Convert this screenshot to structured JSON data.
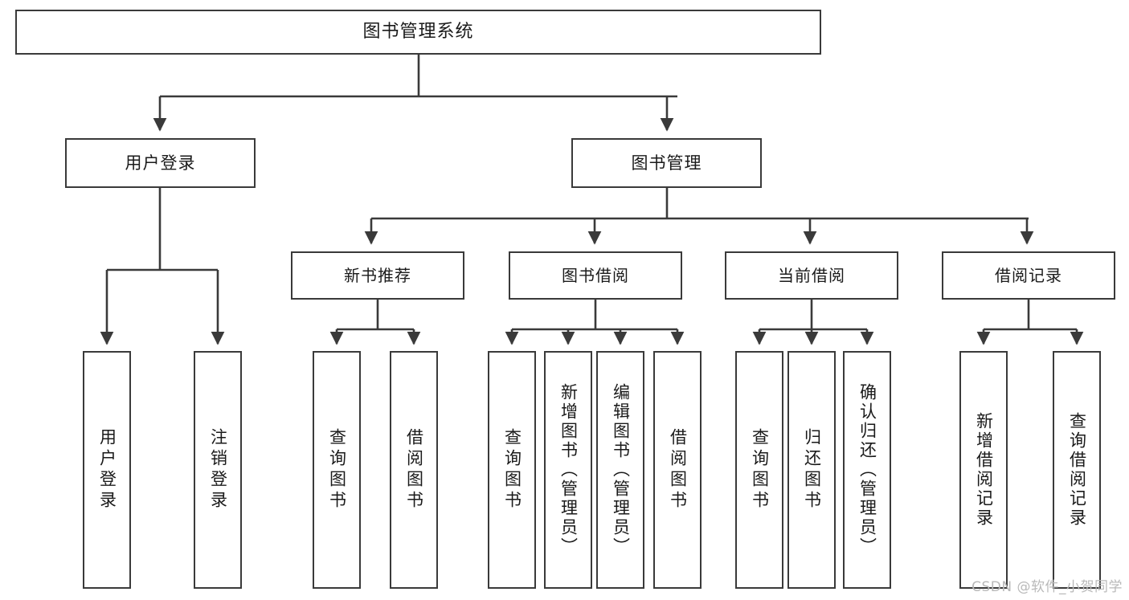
{
  "diagram": {
    "title": "图书管理系统",
    "type": "tree-hierarchy",
    "root": {
      "label": "图书管理系统"
    },
    "level1": [
      {
        "label": "用户登录"
      },
      {
        "label": "图书管理"
      }
    ],
    "level2": [
      {
        "label": "新书推荐"
      },
      {
        "label": "图书借阅"
      },
      {
        "label": "当前借阅"
      },
      {
        "label": "借阅记录"
      }
    ],
    "leaves": {
      "user_login": [
        {
          "label": "用户登录"
        },
        {
          "label": "注销登录"
        }
      ],
      "new_book_recommend": [
        {
          "label": "查询图书"
        },
        {
          "label": "借阅图书"
        }
      ],
      "book_borrow": [
        {
          "label": "查询图书"
        },
        {
          "label": "新增图书（管理员）"
        },
        {
          "label": "编辑图书（管理员）"
        },
        {
          "label": "借阅图书"
        }
      ],
      "current_borrow": [
        {
          "label": "查询图书"
        },
        {
          "label": "归还图书"
        },
        {
          "label": "确认归还（管理员）"
        }
      ],
      "borrow_record": [
        {
          "label": "新增借阅记录"
        },
        {
          "label": "查询借阅记录"
        }
      ]
    }
  },
  "watermark": {
    "text": "CSDN @软件_小贺同学"
  },
  "colors": {
    "stroke": "#3a3a3a",
    "box_fill": "#ffffff",
    "text": "#1a1a1a",
    "watermark": "#b9b9b9",
    "background": "#ffffff"
  }
}
